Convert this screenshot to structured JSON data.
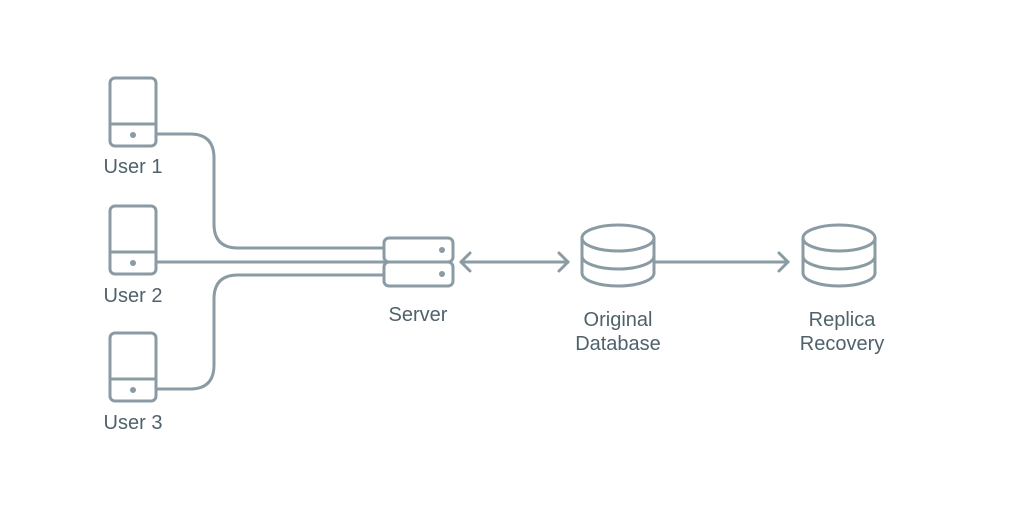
{
  "nodes": {
    "user1": {
      "label": "User 1",
      "icon": "mobile-device-icon"
    },
    "user2": {
      "label": "User 2",
      "icon": "mobile-device-icon"
    },
    "user3": {
      "label": "User 3",
      "icon": "mobile-device-icon"
    },
    "server": {
      "label": "Server",
      "icon": "server-icon"
    },
    "original_db": {
      "label_line1": "Original",
      "label_line2": "Database",
      "icon": "database-icon"
    },
    "replica_db": {
      "label_line1": "Replica",
      "label_line2": "Recovery",
      "icon": "database-icon"
    }
  },
  "edges": [
    {
      "from": "User 1",
      "to": "Server",
      "direction": "none"
    },
    {
      "from": "User 2",
      "to": "Server",
      "direction": "none"
    },
    {
      "from": "User 3",
      "to": "Server",
      "direction": "none"
    },
    {
      "from": "Server",
      "to": "Original Database",
      "direction": "both"
    },
    {
      "from": "Original Database",
      "to": "Replica Recovery",
      "direction": "forward"
    }
  ],
  "colors": {
    "stroke": "#8a9ba4",
    "label": "#4f626c",
    "background": "#ffffff"
  }
}
